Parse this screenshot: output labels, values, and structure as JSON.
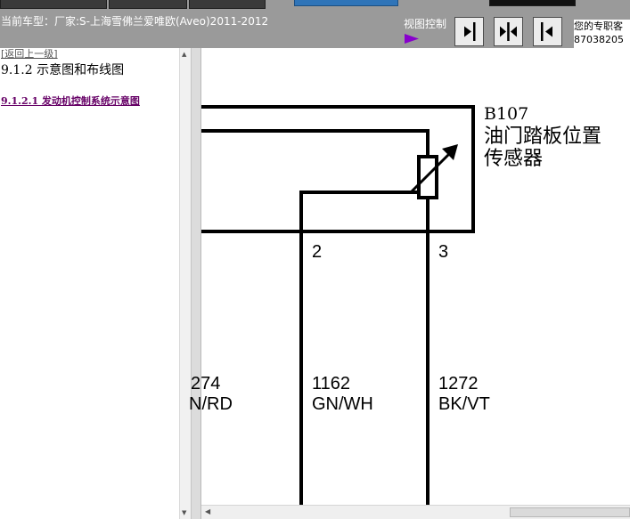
{
  "header": {
    "title": "当前车型：厂家:S-上海雪佛兰爱唯欧(Aveo)2011-2012",
    "view_control_label": "视图控制",
    "right_info_line1": "您的专职客",
    "right_info_line2": "87038205"
  },
  "view_buttons": [
    {
      "icon": "expand-right-icon"
    },
    {
      "icon": "split-center-icon"
    },
    {
      "icon": "collapse-left-icon"
    }
  ],
  "left_panel": {
    "back_link": "[返回上一级]",
    "section_title": "9.1.2 示意图和布线图",
    "section_link": "9.1.2.1 发动机控制系统示意图"
  },
  "diagram": {
    "component_id": "B107",
    "component_name_line1": "油门踏板位置",
    "component_name_line2": "传感器",
    "pins": [
      {
        "label": "2"
      },
      {
        "label": "3"
      }
    ],
    "wires": [
      {
        "number": "274",
        "color": "N/RD"
      },
      {
        "number": "1162",
        "color": "GN/WH"
      },
      {
        "number": "1272",
        "color": "BK/VT"
      }
    ]
  },
  "colors": {
    "toolbar_bg": "#9a9a9a",
    "link_purple": "#660066",
    "arrow_purple": "#8800cc"
  }
}
